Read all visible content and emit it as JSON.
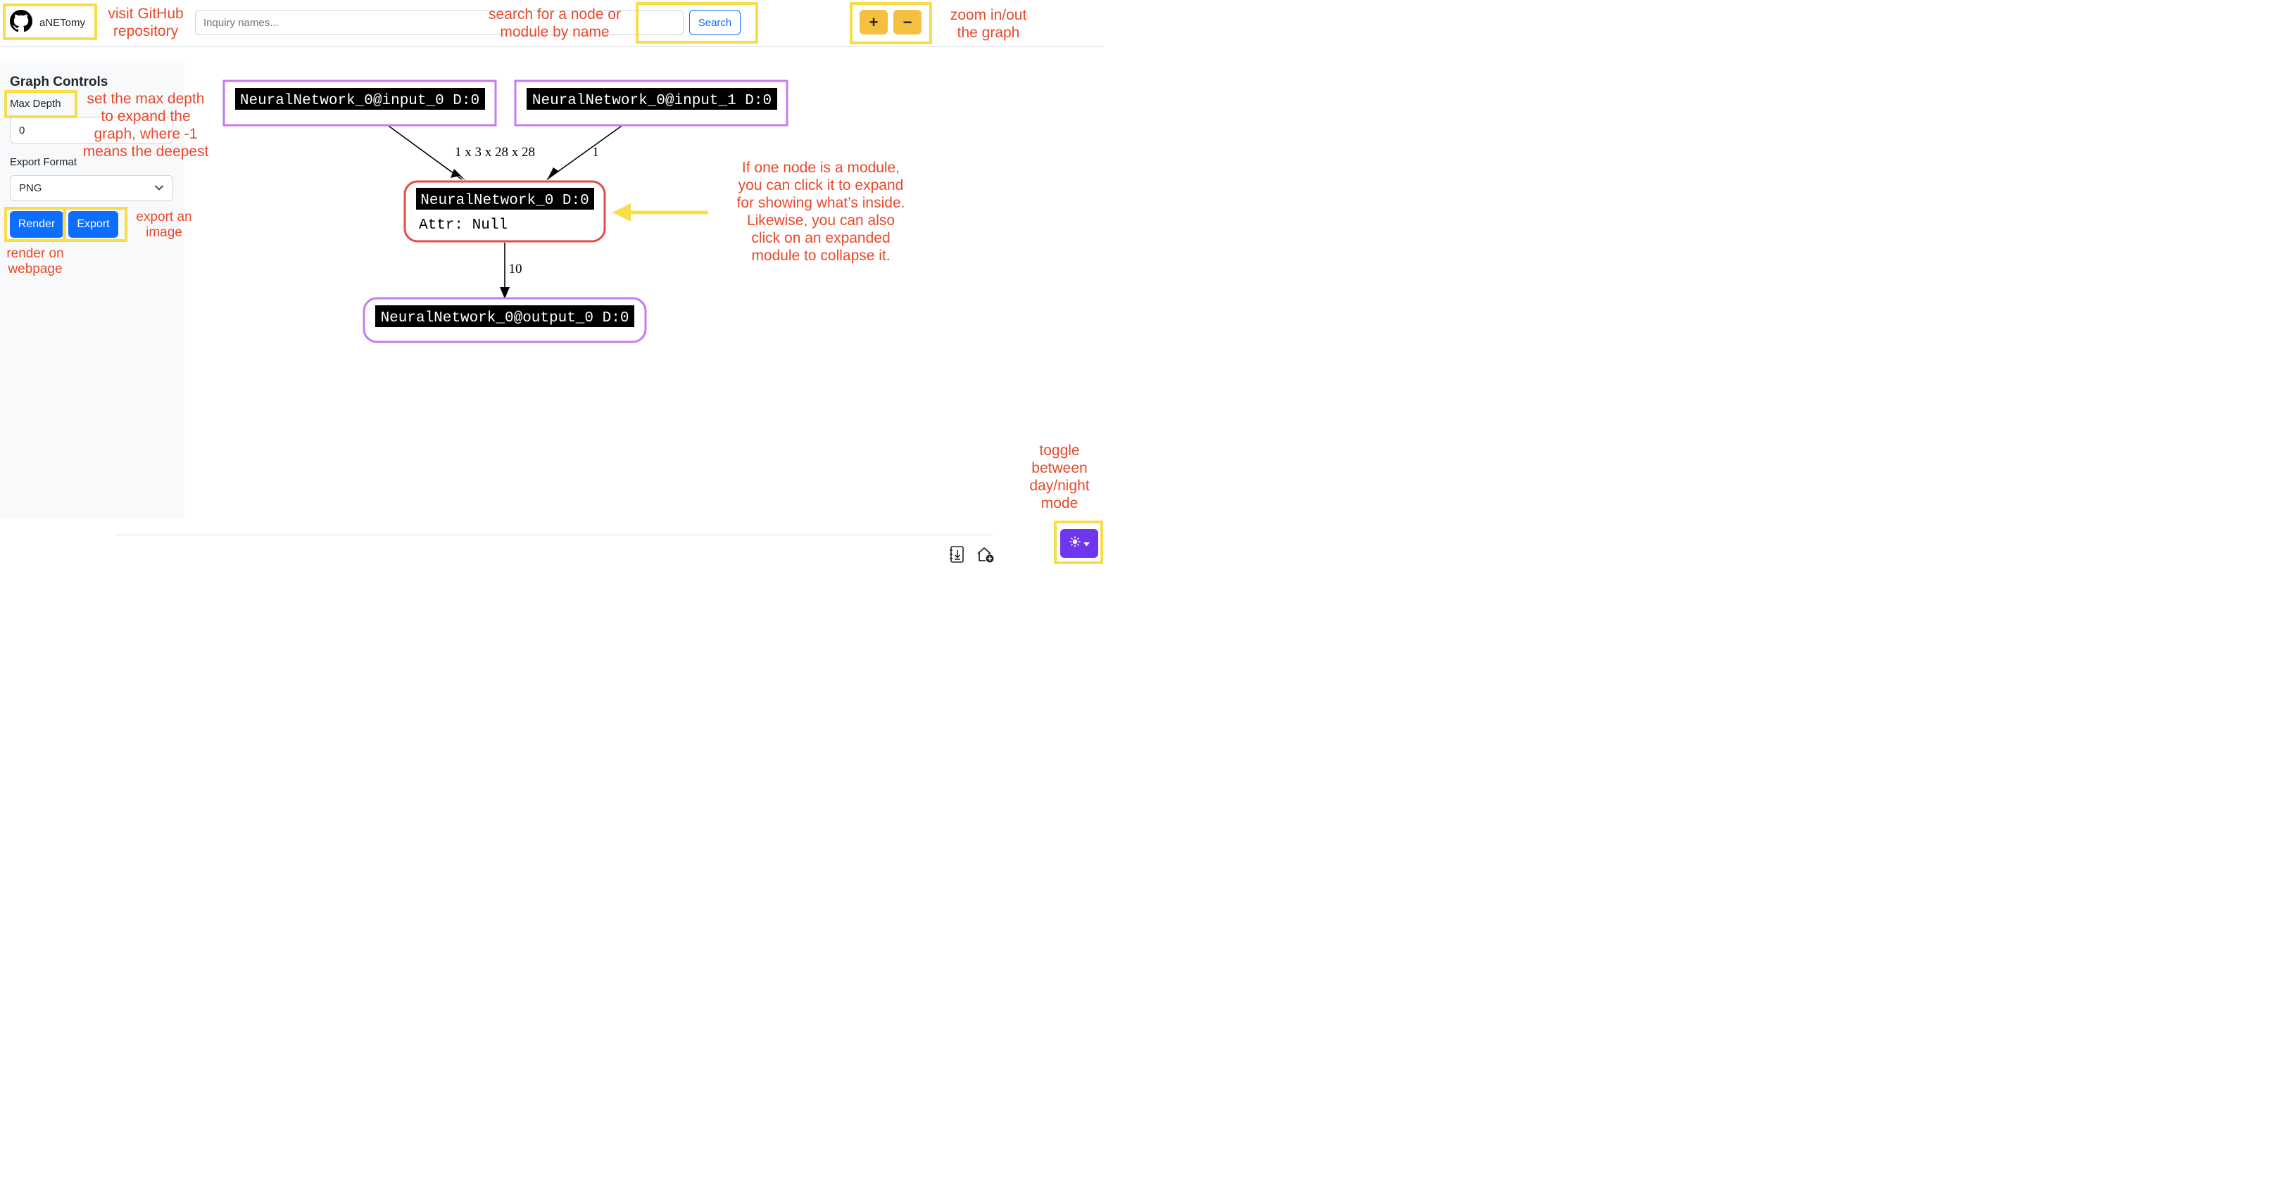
{
  "header": {
    "brand_name": "aNETomy",
    "search_placeholder": "Inquiry names...",
    "search_label": "Search",
    "zoom_in_label": "+",
    "zoom_out_label": "−"
  },
  "sidebar": {
    "title": "Graph Controls",
    "max_depth_label": "Max Depth",
    "max_depth_value": "0",
    "export_format_label": "Export Format",
    "export_format_value": "PNG",
    "render_label": "Render",
    "export_label": "Export"
  },
  "graph": {
    "nodes": {
      "input_0": "NeuralNetwork_0@input_0 D:0",
      "input_1": "NeuralNetwork_0@input_1 D:0",
      "module": "NeuralNetwork_0 D:0",
      "module_attr": "Attr: Null",
      "output_0": "NeuralNetwork_0@output_0 D:0"
    },
    "edges": {
      "input_0_to_module": "1 x 3 x 28 x 28",
      "input_1_to_module": "1",
      "module_to_output": "10"
    }
  },
  "annotations": {
    "github": "visit GitHub\nrepository",
    "search": "search for a node or\nmodule by name",
    "zoom": "zoom in/out\nthe graph",
    "max_depth": "set the max depth\nto expand the\ngraph, where -1\nmeans the deepest",
    "export": "export an\nimage",
    "render": "render on\nwebpage",
    "module": "If one node is a module,\nyou can click it to expand\nfor showing what’s inside.\nLikewise, you can also\nclick on an expanded\nmodule to collapse it.",
    "theme": "toggle\nbetween\nday/night\nmode"
  },
  "colors": {
    "highlight": "#f7dd4b",
    "annotation_text": "#e8492b",
    "primary": "#0d6efd",
    "zoom_button": "#f5bf3f",
    "theme_button": "#6f36f0",
    "tensor_node_border": "#c27ef0",
    "module_node_border": "#e34b4b"
  },
  "icons": {
    "brand": "github-icon",
    "select_caret": "chevron-down-icon",
    "footer_left": "download-notebook-icon",
    "footer_right": "home-add-icon",
    "theme": "sun-icon"
  }
}
